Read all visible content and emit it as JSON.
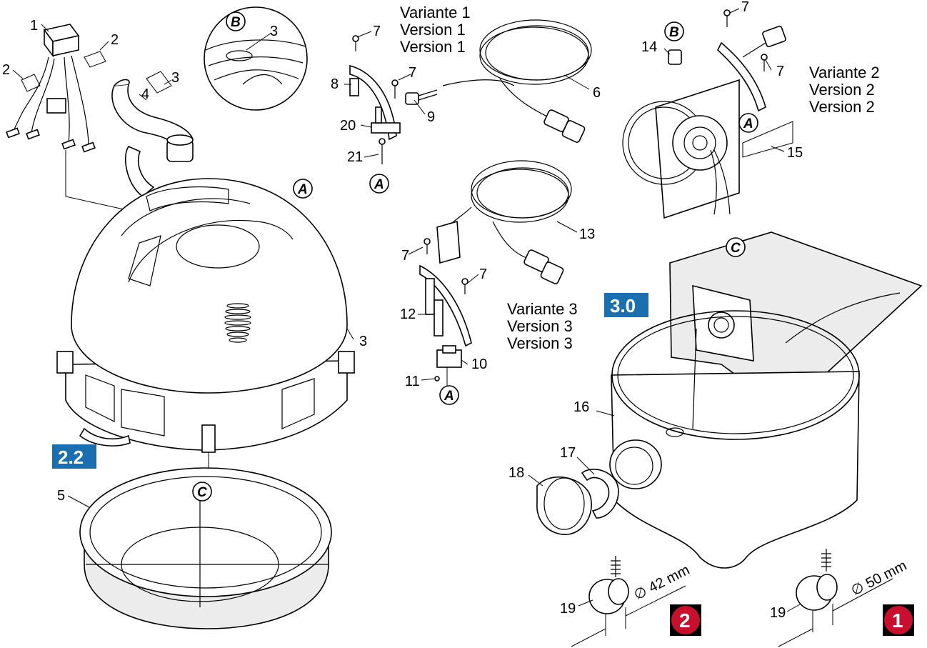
{
  "variants": [
    {
      "lines": [
        "Variante 1",
        "Version 1",
        "Version 1"
      ]
    },
    {
      "lines": [
        "Variante 2",
        "Version 2",
        "Version 2"
      ]
    },
    {
      "lines": [
        "Variante 3",
        "Version 3",
        "Version 3"
      ]
    }
  ],
  "badges": {
    "b22": "2.2",
    "b30": "3.0"
  },
  "markers": {
    "m1": "1",
    "m2": "2"
  },
  "refs": {
    "A": "A",
    "B": "B",
    "C": "C"
  },
  "dims": {
    "d42": "∅ 42 mm",
    "d50": "∅ 50 mm"
  },
  "labels": {
    "n1": "1",
    "n2": "2",
    "n3": "3",
    "n4": "4",
    "n5": "5",
    "n6": "6",
    "n7": "7",
    "n8": "8",
    "n9": "9",
    "n10": "10",
    "n11": "11",
    "n12": "12",
    "n13": "13",
    "n14": "14",
    "n15": "15",
    "n16": "16",
    "n17": "17",
    "n18": "18",
    "n19": "19",
    "n20": "20",
    "n21": "21"
  },
  "colors": {
    "badge_blue": "#1a6fb0",
    "marker_red": "#c8102e",
    "fill_gray": "#ececec"
  }
}
